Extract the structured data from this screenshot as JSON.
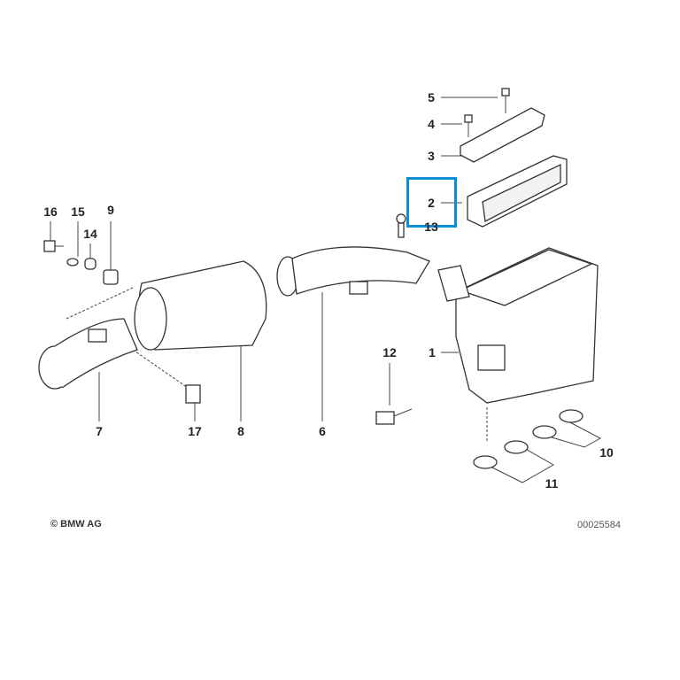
{
  "diagram": {
    "labels": [
      "1",
      "2",
      "3",
      "4",
      "5",
      "6",
      "7",
      "8",
      "9",
      "10",
      "11",
      "12",
      "13",
      "14",
      "15",
      "16",
      "17"
    ],
    "copyright": "© BMW AG",
    "diagram_number": "00025584",
    "highlight_color": "#0a8fd6",
    "highlighted_part": "2"
  }
}
